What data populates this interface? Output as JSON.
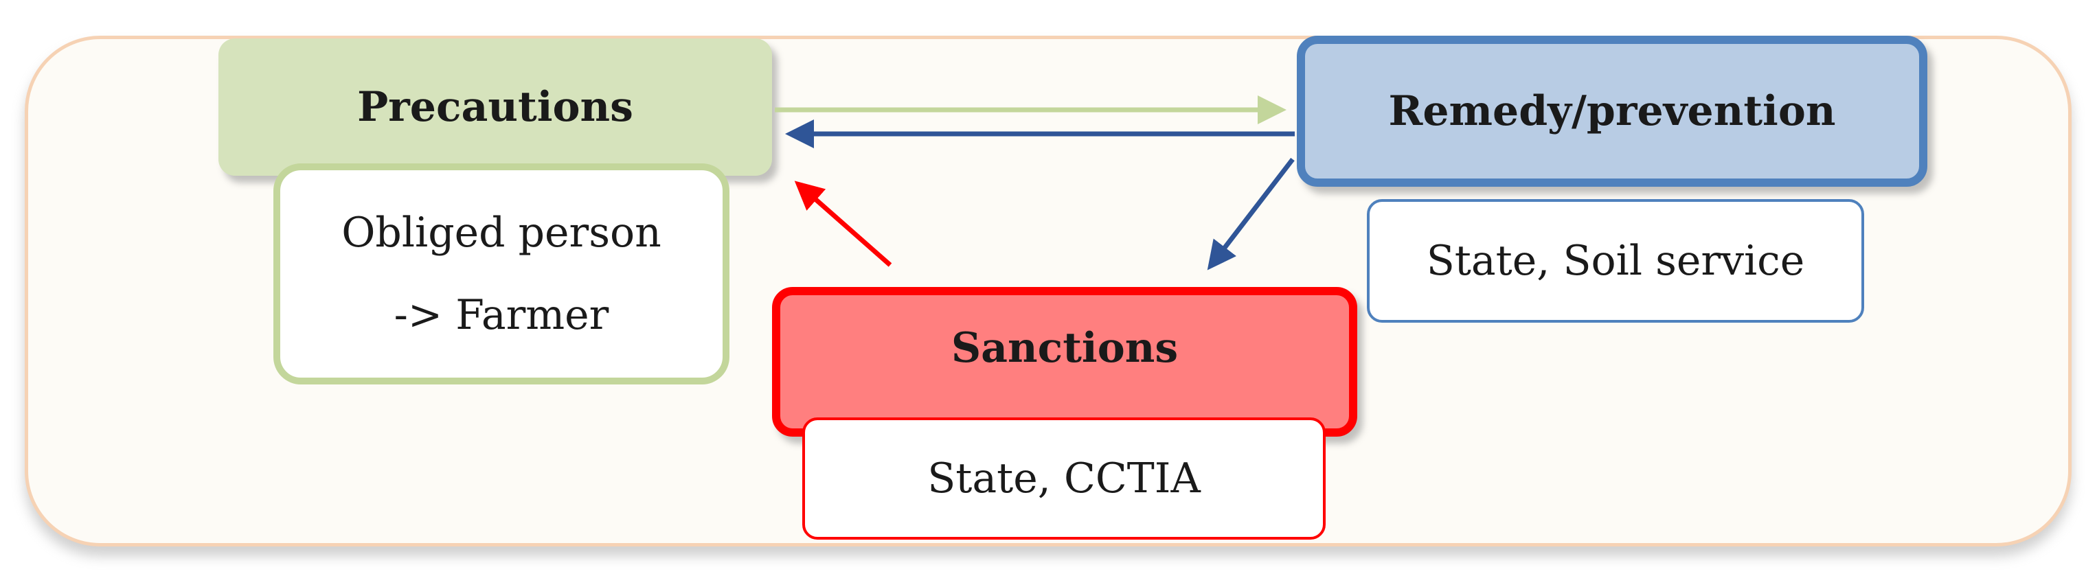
{
  "diagram": {
    "precautions": {
      "title": "Precautions",
      "details": [
        "Obliged person",
        "-> Farmer"
      ]
    },
    "remedy": {
      "title": "Remedy/prevention",
      "details": [
        "State, Soil service"
      ]
    },
    "sanctions": {
      "title": "Sanctions",
      "details": [
        "State, CCTIA"
      ]
    },
    "colors": {
      "precautions_fill": "#d6e3bc",
      "precautions_border": "#c3d69b",
      "remedy_fill": "#b8cce4",
      "remedy_border": "#4f81bd",
      "sanctions_fill": "#ff7f7f",
      "sanctions_border": "#ff0000",
      "frame_border": "#f6d2b4"
    },
    "connections": [
      {
        "from": "precautions",
        "to": "remedy",
        "color": "#c3d69b"
      },
      {
        "from": "remedy",
        "to": "precautions",
        "color": "#2f5597"
      },
      {
        "from": "remedy",
        "to": "sanctions",
        "color": "#2f5597"
      },
      {
        "from": "sanctions",
        "to": "precautions",
        "color": "#ff0000"
      }
    ]
  }
}
